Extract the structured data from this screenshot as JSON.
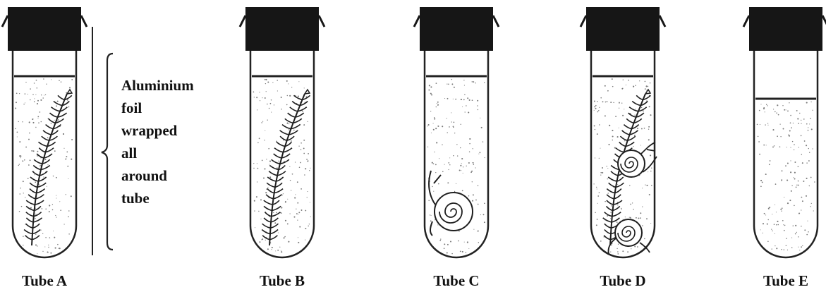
{
  "tubes": [
    {
      "label": "Tube A",
      "contents": [
        "pondweed"
      ],
      "foil_wrapped": true
    },
    {
      "label": "Tube B",
      "contents": [
        "pondweed"
      ],
      "foil_wrapped": false
    },
    {
      "label": "Tube C",
      "contents": [
        "snail"
      ],
      "foil_wrapped": false
    },
    {
      "label": "Tube D",
      "contents": [
        "pondweed",
        "snail",
        "snail"
      ],
      "foil_wrapped": false
    },
    {
      "label": "Tube E",
      "contents": [],
      "foil_wrapped": false
    }
  ],
  "foil_annotation": {
    "lines": [
      "Aluminium",
      "foil",
      "wrapped",
      "all",
      "around",
      "tube"
    ]
  },
  "colors": {
    "stopper": "#161616",
    "outline": "#222222",
    "water_dots": "#7a7a7a",
    "plant": "#1e1e1e"
  }
}
